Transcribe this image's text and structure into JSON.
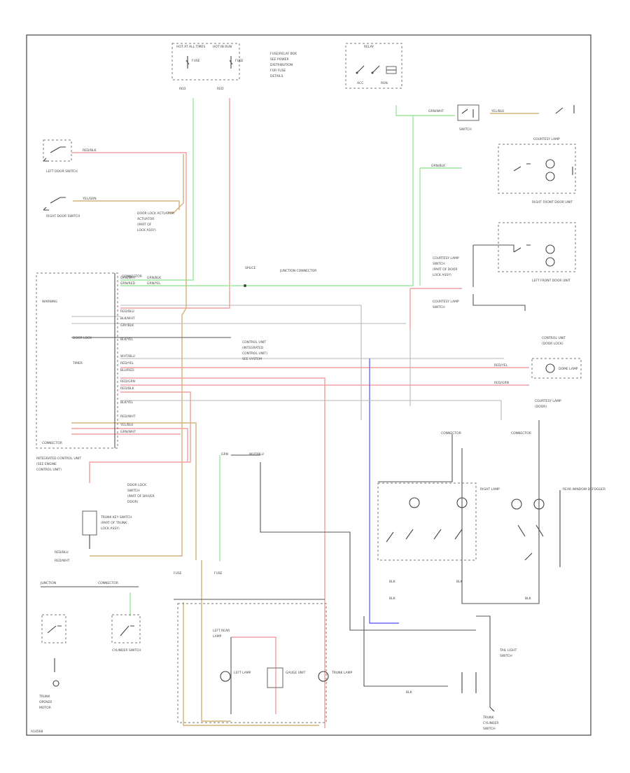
{
  "diagram": {
    "labels": {
      "hot_at_all_times": "HOT AT ALL TIMES",
      "hot_in_run": "HOT IN RUN",
      "fuse_box_note": "FUSE/RELAY BOX",
      "relay_top": "RELAY",
      "left_door_switch": "LEFT DOOR SWITCH",
      "right_door_switch": "RIGHT DOOR SWITCH",
      "door_lock_actuator": "DOOR LOCK ACTUATOR",
      "right_front_door_unit": "RIGHT FRONT DOOR UNIT",
      "left_front_door_unit": "LEFT FRONT DOOR UNIT",
      "courtesy_lamp": "COURTESY LAMP",
      "control_unit": "CONTROL UNIT",
      "dome_lamp": "DOME LAMP",
      "gauge_unit": "GAUGE UNIT",
      "trunk_lamp": "TRUNK LAMP",
      "left_lamp": "LEFT LAMP",
      "right_lamp": "RIGHT LAMP",
      "trunk_key_switch": "TRUNK KEY SWITCH",
      "cylinder_switch": "CYLINDER SWITCH",
      "junction_connector": "JUNCTION CONNECTOR",
      "rear_window_defogger": "REAR WINDOW DEFOGGER",
      "integrated_control_unit": "INTEGRATED CONTROL UNIT",
      "footer_code": "A14568"
    }
  }
}
